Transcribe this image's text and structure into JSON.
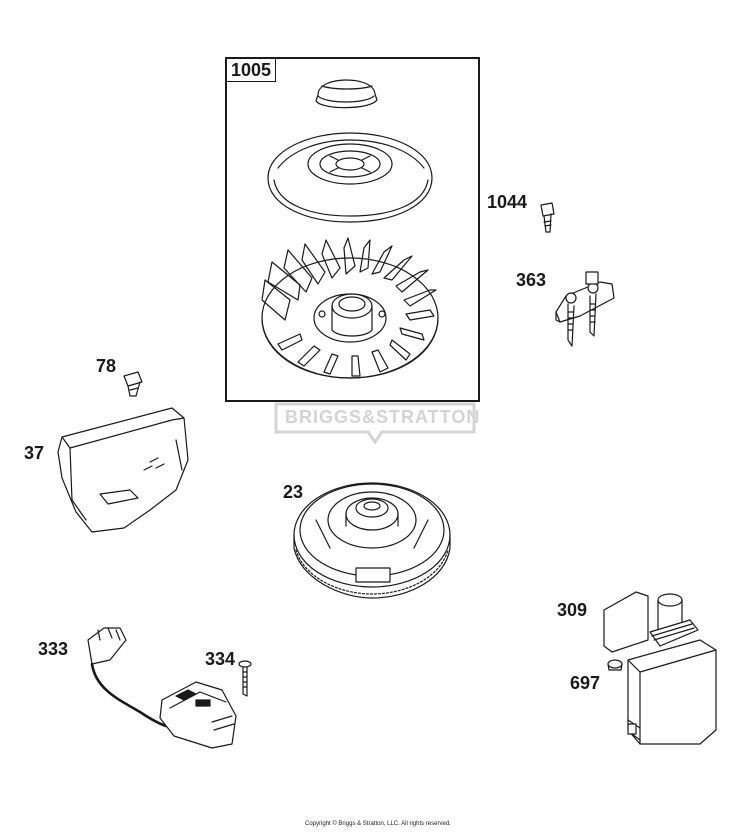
{
  "kit": {
    "label": "1005"
  },
  "parts": [
    {
      "id": "fastener-1044",
      "label": "1044"
    },
    {
      "id": "bracket-363",
      "label": "363"
    },
    {
      "id": "bolt-78",
      "label": "78"
    },
    {
      "id": "shield-37",
      "label": "37"
    },
    {
      "id": "flywheel-23",
      "label": "23"
    },
    {
      "id": "starter-309",
      "label": "309"
    },
    {
      "id": "ignition-coil-333",
      "label": "333"
    },
    {
      "id": "screw-334",
      "label": "334"
    },
    {
      "id": "screw-697",
      "label": "697"
    }
  ],
  "watermark": {
    "text": "BRIGGS&STRATTON"
  },
  "footer": {
    "copyright": "Copyright © Briggs & Stratton, LLC. All rights reserved."
  },
  "colors": {
    "line": "#1a1a1a",
    "watermark": "#d4d4d4",
    "background": "#ffffff"
  }
}
